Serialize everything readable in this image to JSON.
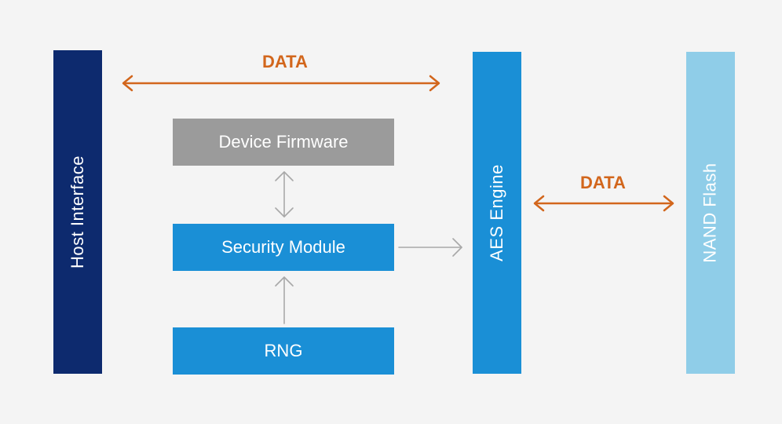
{
  "colors": {
    "background": "#f4f4f4",
    "host_interface": "#0d2a6e",
    "aes_engine": "#1a8fd6",
    "nand_flash": "#8fcde8",
    "device_firmware": "#9b9b9b",
    "security_module": "#1a8fd6",
    "rng": "#1a8fd6",
    "data_arrow": "#d2661c",
    "internal_arrow": "#a8a8a8"
  },
  "blocks": {
    "host_interface": "Host Interface",
    "aes_engine": "AES Engine",
    "nand_flash": "NAND Flash",
    "device_firmware": "Device Firmware",
    "security_module": "Security Module",
    "rng": "RNG"
  },
  "flows": {
    "host_to_aes_label": "DATA",
    "aes_to_nand_label": "DATA"
  }
}
